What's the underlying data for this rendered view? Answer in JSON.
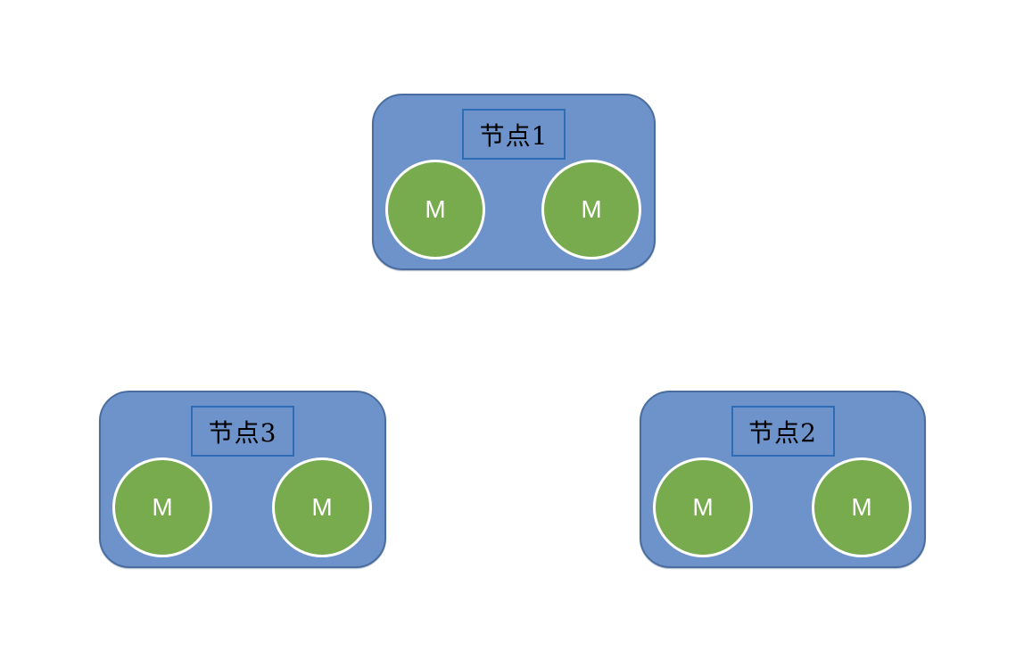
{
  "diagram": {
    "background": "#ffffff",
    "colors": {
      "node_fill": "#6D93CA",
      "node_border": "#4A6DA0",
      "label_box_border": "#2E6DB5",
      "label_text_color": "#000000",
      "member_fill": "#77AB4E",
      "member_border": "#ffffff",
      "member_text_color": "#ffffff"
    },
    "nodes": [
      {
        "label": "节点1",
        "members": [
          "M",
          "M"
        ]
      },
      {
        "label": "节点3",
        "members": [
          "M",
          "M"
        ]
      },
      {
        "label": "节点2",
        "members": [
          "M",
          "M"
        ]
      }
    ]
  }
}
